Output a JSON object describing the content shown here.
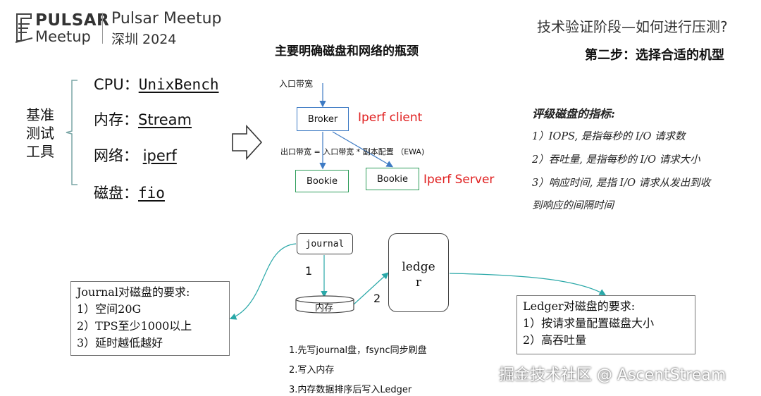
{
  "header": {
    "logo_line1": "PULSAR",
    "logo_line2": "Meetup",
    "meetup_title": "Pulsar Meetup",
    "meetup_subtitle": "深圳 2024",
    "slide_title": "技术验证阶段—如何进行压测?",
    "step_title": "第二步：选择合适的机型"
  },
  "focus_title": "主要明确磁盘和网络的瓶颈",
  "benchmarks": {
    "label": "基准测试工具",
    "items": [
      {
        "key": "CPU：",
        "value": "UnixBench"
      },
      {
        "key": "内存：",
        "value": "Stream"
      },
      {
        "key": "网络：",
        "value": "iperf"
      },
      {
        "key": "磁盘：",
        "value": "fio"
      }
    ]
  },
  "network_diagram": {
    "ingress_label": "入口带宽",
    "broker_label": "Broker",
    "client_label": "Iperf client",
    "egress_label": "出口带宽 = 入口带宽 * 副本配置 （EWA)",
    "bookie1_label": "Bookie",
    "bookie2_label": "Bookie",
    "server_label": "Iperf  Server"
  },
  "disk_metrics": {
    "title": "评级磁盘的指标:",
    "items": [
      "1）IOPS, 是指每秒的 I/O 请求数",
      "2）吞吐量, 是指每秒的 I/O 请求大小",
      "3）响应时间, 是指 I/O 请求从发出到收",
      "到响应的间隔时间"
    ]
  },
  "storage_diagram": {
    "journal_label": "journal",
    "ledger_label_1": "ledge",
    "ledger_label_2": "r",
    "memory_label": "内存",
    "step1": "1",
    "step2": "2"
  },
  "journal_requirements": {
    "title": "Journal对磁盘的要求:",
    "items": [
      "1）空间20G",
      "2）TPS至少1000以上",
      "3）延时越低越好"
    ]
  },
  "ledger_requirements": {
    "title": "Ledger对磁盘的要求:",
    "items": [
      "1）按请求量配置磁盘大小",
      "2）高吞吐量"
    ]
  },
  "write_steps": [
    "1.先写journal盘，fsync同步刷盘",
    "2.写入内存",
    "3.内存数据排序后写入Ledger"
  ],
  "watermark": "掘金技术社区 @ AscentStream",
  "colors": {
    "accent_blue": "#3e7bc4",
    "accent_green": "#2e9d5a",
    "alert_red": "#e02020",
    "connector_teal": "#2aa8a8"
  }
}
